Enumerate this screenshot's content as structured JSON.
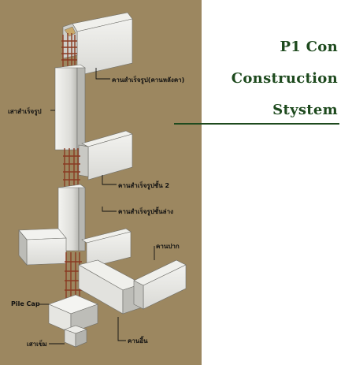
{
  "title": {
    "line1": "P1 Con",
    "line2": "Construction",
    "line3": "Stystem",
    "color": "#1e4a1e"
  },
  "labels": {
    "roof_beam": "คานสำเร็จรูป(คานหลังคา)",
    "column": "เสาสำเร็จรูป",
    "second_floor_beam": "คานสำเร็จรูปชั้น 2",
    "ground_floor_beam": "คานสำเร็จรูปชั้นล่าง",
    "edge_beam": "คานปาก",
    "pile_cap": "Pile Cap",
    "pile": "เสาเข็ม",
    "ground_beam": "คานอิ้น"
  },
  "colors": {
    "background_panel": "#9c8760",
    "concrete_light": "#e9e9e6",
    "concrete_mid": "#cfcfcb",
    "concrete_dark": "#a9a9a4",
    "rebar": "#8a3a22",
    "accent_line": "#1e4a1e"
  }
}
